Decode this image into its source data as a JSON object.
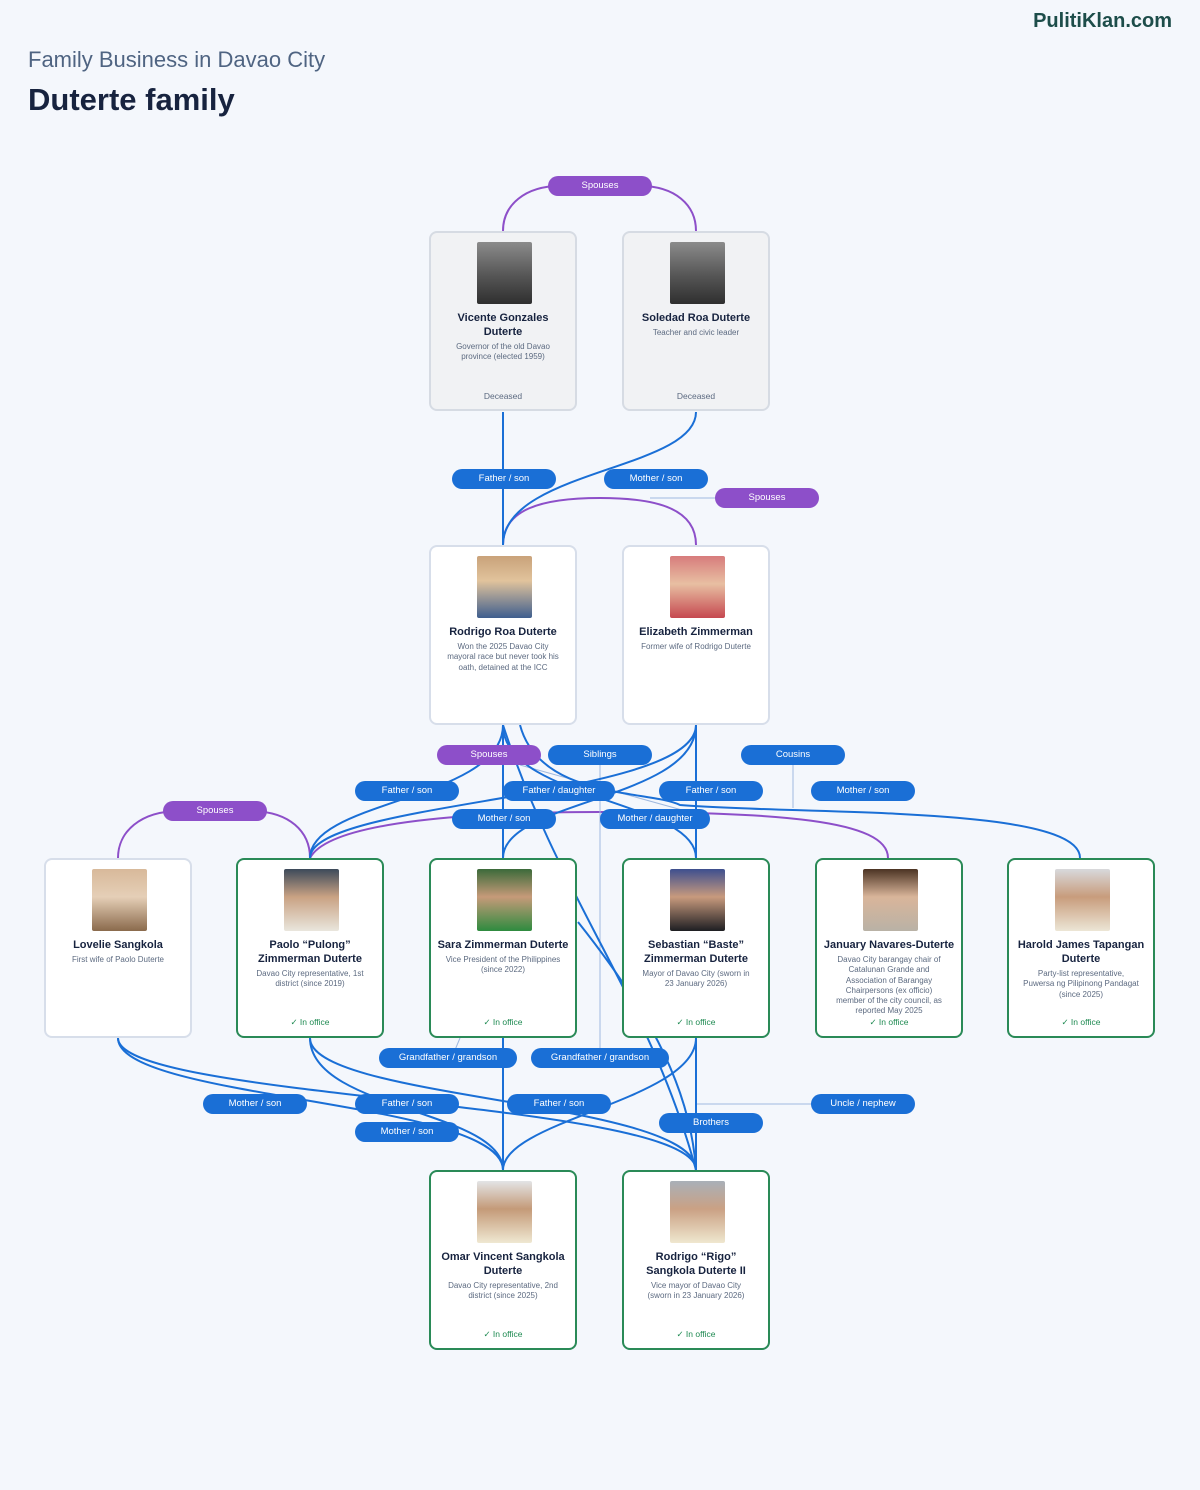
{
  "brand": "PulitiKlan.com",
  "subtitle": "Family Business in Davao City",
  "title": "Duterte family",
  "colors": {
    "blue_link": "#1a6fd6",
    "purple_link": "#8d4fc9",
    "in_office_border": "#2a8a57",
    "in_office_text": "#1f8a52",
    "thin_link": "#9fb8df"
  },
  "people": {
    "vicente": {
      "name": "Vicente Gonzales Duterte",
      "desc": "Governor of the old Davao province (elected 1959)",
      "status": "Deceased"
    },
    "soledad": {
      "name": "Soledad Roa Duterte",
      "desc": "Teacher and civic leader",
      "status": "Deceased"
    },
    "rodrigo": {
      "name": "Rodrigo Roa Duterte",
      "desc": "Won the 2025 Davao City mayoral race but never took his oath, detained at the ICC",
      "status": ""
    },
    "elizabeth": {
      "name": "Elizabeth Zimmerman",
      "desc": "Former wife of Rodrigo Duterte",
      "status": ""
    },
    "lovelie": {
      "name": "Lovelie Sangkola",
      "desc": "First wife of Paolo Duterte",
      "status": ""
    },
    "paolo": {
      "name": "Paolo “Pulong” Zimmerman Duterte",
      "desc": "Davao City representative, 1st district (since 2019)",
      "status": "✓ In office"
    },
    "sara": {
      "name": "Sara Zimmerman Duterte",
      "desc": "Vice President of the Philippines (since 2022)",
      "status": "✓ In office"
    },
    "sebastian": {
      "name": "Sebastian “Baste” Zimmerman Duterte",
      "desc": "Mayor of Davao City (sworn in 23 January 2026)",
      "status": "✓ In office"
    },
    "january": {
      "name": "January Navares-Duterte",
      "desc": "Davao City barangay chair of Catalunan Grande and Association of Barangay Chairpersons (ex officio) member of the city council, as reported May 2025",
      "status": "✓ In office"
    },
    "harold": {
      "name": "Harold James Tapangan Duterte",
      "desc": "Party-list representative, Puwersa ng Pilipinong Pandagat (since 2025)",
      "status": "✓ In office"
    },
    "omar": {
      "name": "Omar Vincent Sangkola Duterte",
      "desc": "Davao City representative, 2nd district (since 2025)",
      "status": "✓ In office"
    },
    "rigo": {
      "name": "Rodrigo “Rigo” Sangkola Duterte II",
      "desc": "Vice mayor of Davao City (sworn in 23 January 2026)",
      "status": "✓ In office"
    }
  },
  "relations": {
    "spouses_top": "Spouses",
    "father_son_1": "Father / son",
    "mother_son_1": "Mother / son",
    "spouses_2": "Spouses",
    "spouses_3": "Spouses",
    "siblings": "Siblings",
    "cousins": "Cousins",
    "father_son_2": "Father / son",
    "father_daughter": "Father / daughter",
    "father_son_3": "Father / son",
    "mother_son_2": "Mother / son",
    "spouses_4": "Spouses",
    "mother_son_3": "Mother / son",
    "mother_daughter": "Mother / daughter",
    "grandfather_grandson_1": "Grandfather / grandson",
    "grandfather_grandson_2": "Grandfather / grandson",
    "mother_son_4": "Mother / son",
    "father_son_4": "Father / son",
    "father_son_5": "Father / son",
    "uncle_nephew": "Uncle / nephew",
    "mother_son_5": "Mother / son",
    "brothers": "Brothers"
  }
}
